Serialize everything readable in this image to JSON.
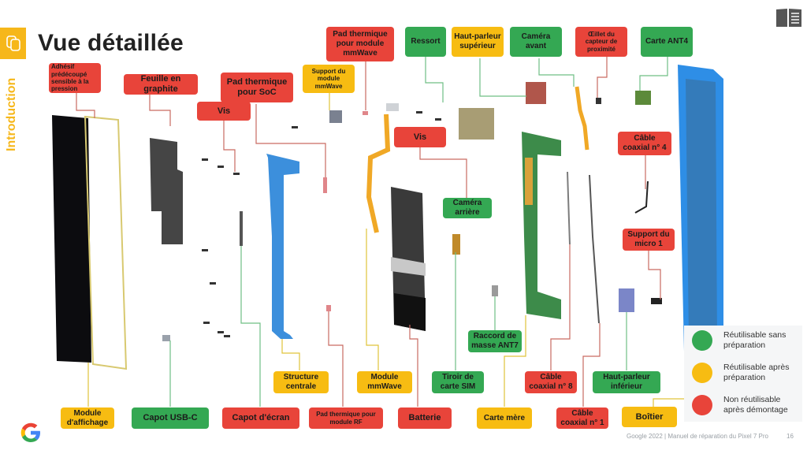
{
  "sidebar": {
    "section": "Introduction",
    "icon": "pages-icon"
  },
  "header": {
    "title": "Vue détaillée",
    "manual_icon": "book-icon"
  },
  "colors": {
    "red": "#e8443a",
    "green": "#34a853",
    "yellow": "#f7bc12",
    "accent": "#f6b71a"
  },
  "labels": {
    "adhesif": "Adhésif prédécoupé sensible à la pression",
    "feuille": "Feuille en graphite",
    "vis1": "Vis",
    "pad_soc": "Pad thermique pour SoC",
    "support_mmwave": "Support du module mmWave",
    "pad_mmwave": "Pad thermique pour module mmWave",
    "ressort": "Ressort",
    "hp_sup": "Haut-parleur supérieur",
    "cam_avant": "Caméra avant",
    "oeillet": "Œillet du capteur de proximité",
    "ant4": "Carte ANT4",
    "vis2": "Vis",
    "cam_arriere": "Caméra arrière",
    "coax4": "Câble coaxial n° 4",
    "micro1": "Support du micro 1",
    "raccord": "Raccord de masse ANT7",
    "structure": "Structure centrale",
    "module_mmwave": "Module mmWave",
    "tiroir": "Tiroir de carte SIM",
    "coax8": "Câble coaxial n° 8",
    "hp_inf": "Haut-parleur inférieur",
    "module_affichage": "Module d'affichage",
    "capot_usbc": "Capot USB-C",
    "capot_ecran": "Capot d'écran",
    "pad_rf": "Pad thermique pour module RF",
    "batterie": "Batterie",
    "carte_mere": "Carte mère",
    "coax1": "Câble coaxial n° 1",
    "boitier": "Boîtier"
  },
  "legend": [
    {
      "color": "green",
      "text": "Réutilisable sans préparation"
    },
    {
      "color": "yellow",
      "text": "Réutilisable après préparation"
    },
    {
      "color": "red",
      "text": "Non réutilisable après démontage"
    }
  ],
  "footer": {
    "text": "Google 2022 | Manuel de réparation du Pixel 7 Pro",
    "page": "16"
  }
}
